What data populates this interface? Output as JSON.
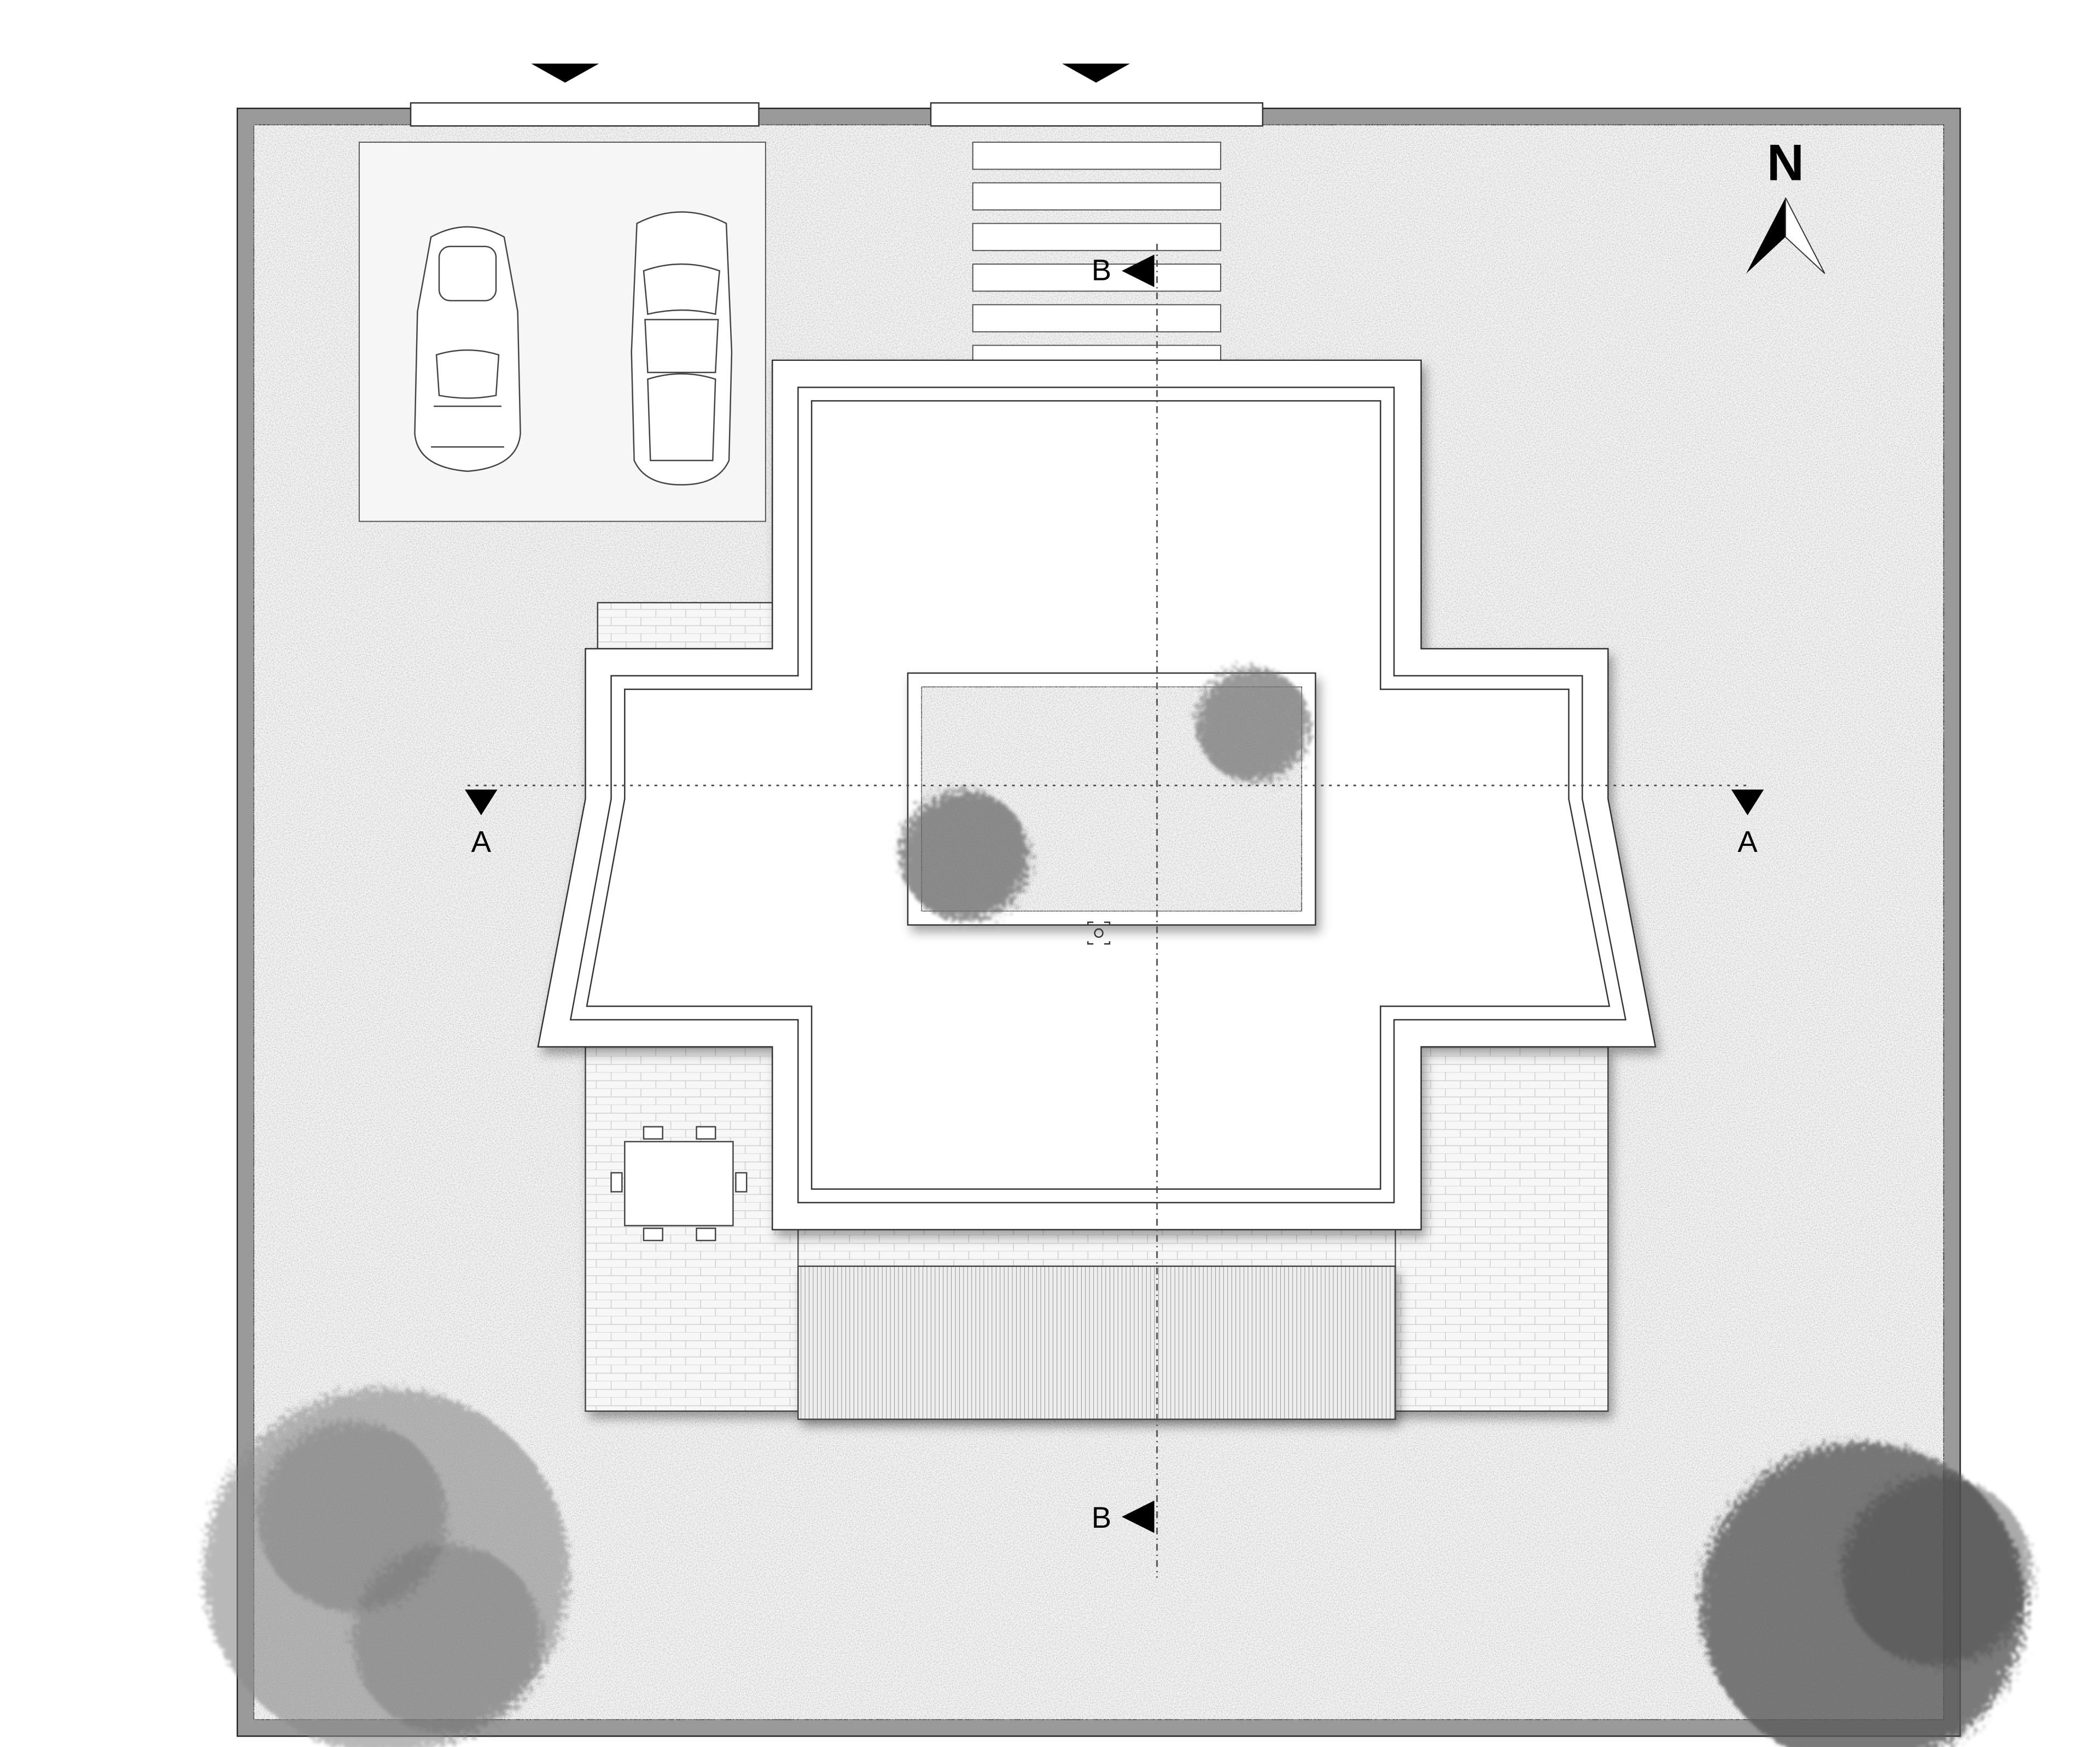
{
  "plan": {
    "north_label": "N",
    "section_a": {
      "left_label": "A",
      "right_label": "A"
    },
    "section_b": {
      "top_label": "B",
      "bottom_label": "B"
    }
  },
  "colors": {
    "ground": "#f2f2f2",
    "boundary_band": "#9a9a9a",
    "line": "#333333",
    "tree": "#555555",
    "roof": "#ffffff"
  }
}
